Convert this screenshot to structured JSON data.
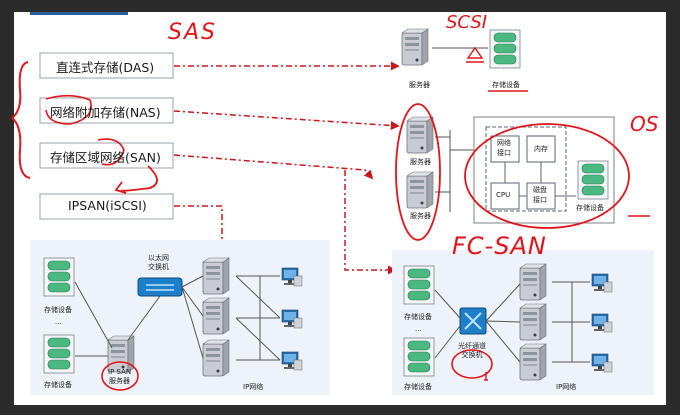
{
  "storage_types": {
    "das": "直连式存储(DAS)",
    "nas": "网络附加存储(NAS)",
    "san": "存储区域网络(SAN)",
    "ipsan": "IPSAN(iSCSI)"
  },
  "das_section": {
    "server_label": "服务器",
    "storage_label": "存储设备"
  },
  "nas_section": {
    "server1_label": "服务器",
    "server2_label": "服务器",
    "net_interface": "网络\n接口",
    "memory": "内存",
    "cpu": "CPU",
    "disk_interface": "磁盘\n接口",
    "storage_label": "存储设备"
  },
  "ipsan_section": {
    "storage_top_label": "存储设备",
    "storage_bottom_label": "存储设备",
    "ellipsis": "...",
    "ethernet_switch": "以太网\n交换机",
    "ipsan_server": "IP SAN\n服务器",
    "ip_network": "IP网络"
  },
  "fcsan_section": {
    "storage_top_label": "存储设备",
    "storage_bottom_label": "存储设备",
    "ellipsis": "...",
    "fc_switch": "光纤通道\n交换机",
    "ip_network": "IP网络"
  },
  "annotations": {
    "sas": "SAS",
    "scsi": "SCSI",
    "os": "OS",
    "fcsan": "FC-SAN"
  },
  "colors": {
    "arrow_red": "#c8161d",
    "annotation_red": "#e0151b",
    "storage_green": "#4bb882",
    "server_gray": "#c9ccd2",
    "switch_blue": "#1d7fc8",
    "monitor_blue": "#2a6fb0"
  }
}
